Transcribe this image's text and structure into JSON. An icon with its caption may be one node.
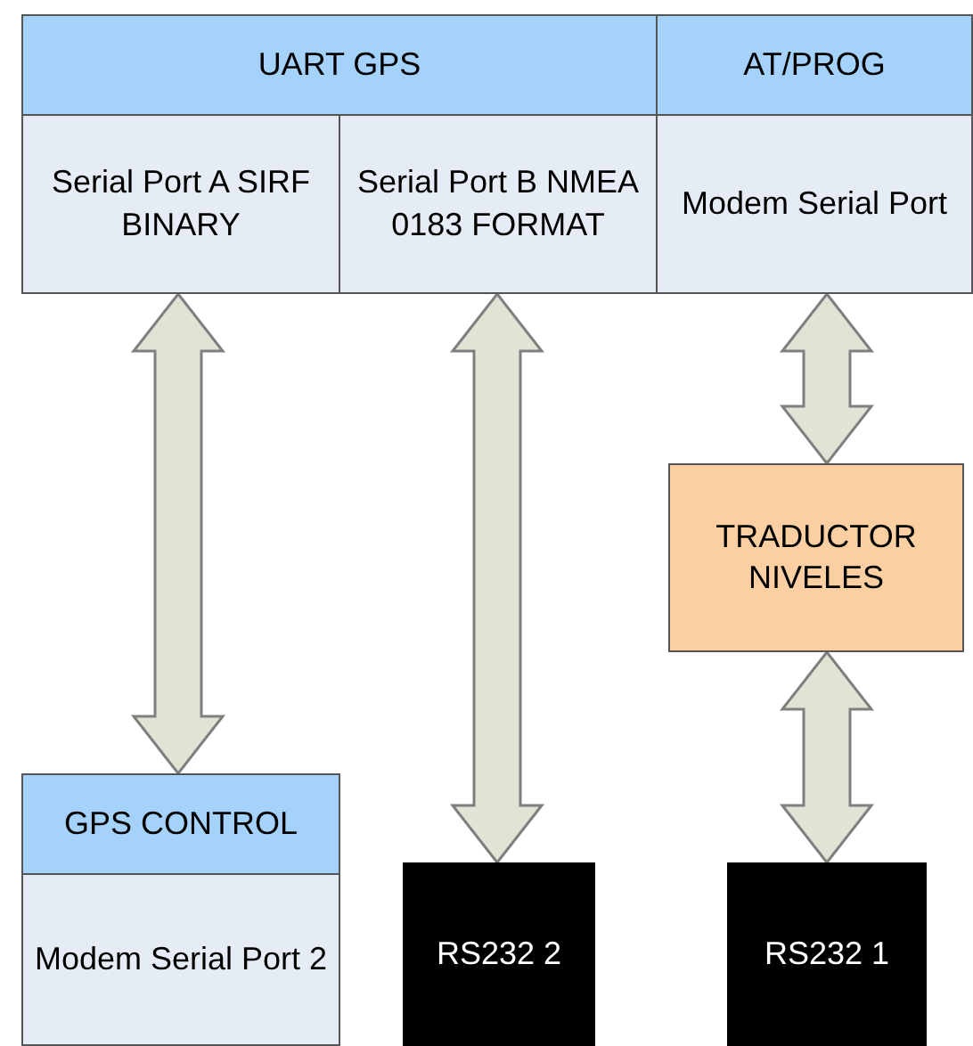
{
  "diagram": {
    "nodes": [
      {
        "text": [
          "UART GPS"
        ]
      },
      {
        "text": [
          "AT/PROG"
        ]
      },
      {
        "text": [
          "Serial Port A SIRF BINARY"
        ]
      },
      {
        "text": [
          "Serial Port B NMEA 0183 FORMAT"
        ]
      },
      {
        "text": [
          "Modem Serial Port"
        ]
      },
      {
        "text": [
          "TRADUCTOR NIVELES"
        ]
      },
      {
        "text": [
          "GPS CONTROL"
        ]
      },
      {
        "text": [
          "Modem Serial Port 2"
        ]
      },
      {
        "text": [
          "RS232 2"
        ]
      },
      {
        "text": [
          "RS232 1"
        ]
      }
    ],
    "edges": [
      {
        "from": 2,
        "to": 6,
        "arrow": "both"
      },
      {
        "from": 3,
        "to": 8,
        "arrow": "both"
      },
      {
        "from": 4,
        "to": 5,
        "arrow": "both"
      },
      {
        "from": 5,
        "to": 9,
        "arrow": "both"
      }
    ]
  }
}
